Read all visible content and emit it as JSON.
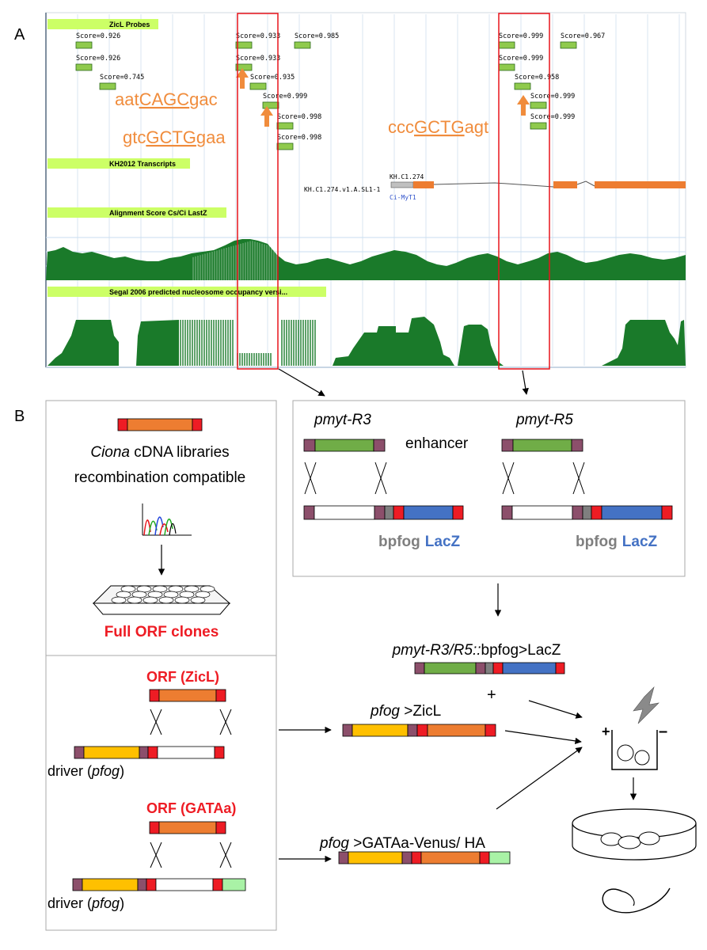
{
  "panel_a": {
    "label": "A",
    "tracks": [
      {
        "title": "ZicL Probes"
      },
      {
        "title": "KH2012 Transcripts"
      },
      {
        "title": "Alignment Score Cs/Ci LastZ"
      },
      {
        "title": "Segal 2006 predicted nucleosome occupancy versi..."
      }
    ],
    "probes": [
      {
        "label": "Score=0.926"
      },
      {
        "label": "Score=0.926"
      },
      {
        "label": "Score=0.745"
      },
      {
        "label": "Score=0.933"
      },
      {
        "label": "Score=0.985"
      },
      {
        "label": "Score=0.933"
      },
      {
        "label": "Score=0.935"
      },
      {
        "label": "Score=0.999"
      },
      {
        "label": "Score=0.998"
      },
      {
        "label": "Score=0.998"
      },
      {
        "label": "Score=0.999"
      },
      {
        "label": "Score=0.967"
      },
      {
        "label": "Score=0.999"
      },
      {
        "label": "Score=0.958"
      },
      {
        "label": "Score=0.999"
      },
      {
        "label": "Score=0.999"
      }
    ],
    "motifs": [
      {
        "pre": "aat",
        "core": "CAGC",
        "post": "gac"
      },
      {
        "pre": "gtc",
        "core": "GCTG",
        "post": "gaa"
      },
      {
        "pre": "ccc",
        "core": "GCTG",
        "post": "agt"
      }
    ],
    "transcript": {
      "gene_id": "KH.C1.274",
      "isoform": "KH.C1.274.v1.A.SL1-1",
      "gene_name": "Ci-MyT1"
    }
  },
  "panel_b": {
    "label": "B",
    "cdna": {
      "line1_italic": "Ciona",
      "line1_rest": " cDNA libraries",
      "line2": "recombination compatible",
      "clones": "Full ORF clones"
    },
    "orf_zicl": "ORF  (ZicL)",
    "orf_gataa": "ORF  (GATAa)",
    "driver_pre": "driver (",
    "driver_italic": "pfog",
    "driver_post": ")",
    "enhancer": {
      "r3": "pmyt-R3",
      "r5": "pmyt-R5",
      "word": "enhancer",
      "bpfog": "bpfog",
      "lacz": "LacZ"
    },
    "results": {
      "reporter_italic": "pmyt-R3/R5::",
      "reporter_rest": "bpfog>LacZ",
      "plus": "+",
      "zicl_italic": "pfog",
      "zicl_rest": " >ZicL",
      "gataa_italic": "pfog",
      "gataa_rest": " >GATAa-Venus/ HA",
      "electro_plus": "+",
      "electro_minus": "–"
    }
  },
  "colors": {
    "red": "#ee1c24",
    "orange": "#ed7d31",
    "purple": "#8c4f6b",
    "green": "#70ad47",
    "blue": "#4472c4",
    "yellow": "#ffc000",
    "gray": "#7f7f7f",
    "lightgreen": "#a9f2a6",
    "track_green": "#1a7a2a",
    "motif_orange": "#f08c3c",
    "label_green": "#ccff66"
  }
}
